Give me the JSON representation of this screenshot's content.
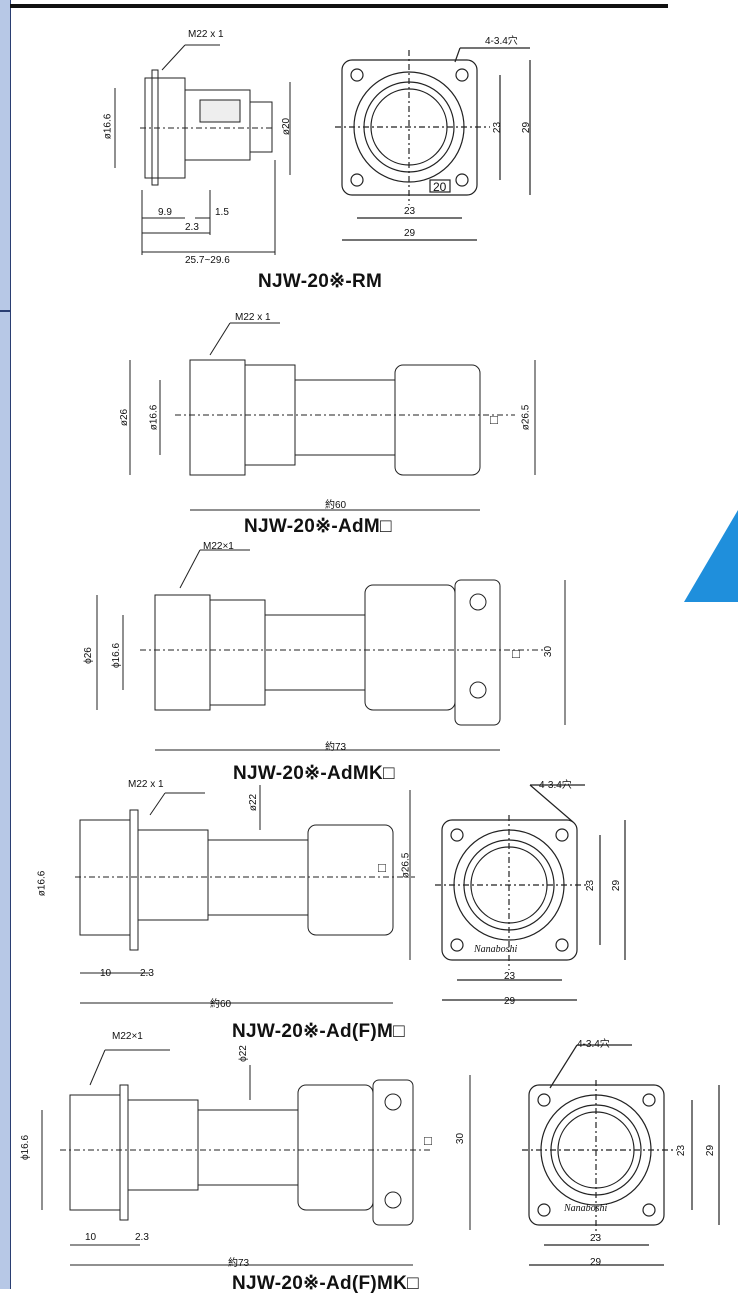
{
  "tab_color": "#1f8fdc",
  "band_color": "#b7c8e6",
  "figures": [
    {
      "caption": "NJW-20※-RM",
      "side": {
        "thread": "M22 x 1",
        "dia_a": "ø16.6",
        "dia_b": "ø20",
        "d1": "9.9",
        "d2": "1.5",
        "d3": "2.3",
        "d4": "25.7~29.6"
      },
      "front": {
        "holes": "4-3.4穴",
        "inner": "23",
        "outer": "29",
        "w_inner": "23",
        "w_outer": "29",
        "marking": "20"
      }
    },
    {
      "caption": "NJW-20※-AdM□",
      "side": {
        "thread": "M22 x 1",
        "dia_a": "ø26",
        "dia_b": "ø16.6",
        "dia_c": "ø26.5",
        "square": "□",
        "length": "約60"
      }
    },
    {
      "caption": "NJW-20※-AdMK□",
      "side": {
        "thread": "M22×1",
        "dia_a": "ϕ26",
        "dia_b": "ϕ16.6",
        "square": "□",
        "height": "30",
        "length": "約73"
      }
    },
    {
      "caption": "NJW-20※-Ad(F)M□",
      "side": {
        "thread": "M22 x 1",
        "dia_top": "ø22",
        "dia_a": "ø16.6",
        "dia_b": "ø26.5",
        "square": "□",
        "d1": "10",
        "d2": "2.3",
        "length": "約60"
      },
      "front": {
        "holes": "4-3.4穴",
        "inner": "23",
        "outer": "29",
        "w_inner": "23",
        "w_outer": "29",
        "brand": "Nanaboshi"
      }
    },
    {
      "caption": "NJW-20※-Ad(F)MK□",
      "side": {
        "thread": "M22×1",
        "dia_top": "ϕ22",
        "dia_a": "ϕ16.6",
        "square": "□",
        "height": "30",
        "d1": "10",
        "d2": "2.3",
        "length": "約73"
      },
      "front": {
        "holes": "4-3.4穴",
        "inner": "23",
        "outer": "29",
        "w_inner": "23",
        "w_outer": "29",
        "brand": "Nanaboshi"
      }
    }
  ]
}
